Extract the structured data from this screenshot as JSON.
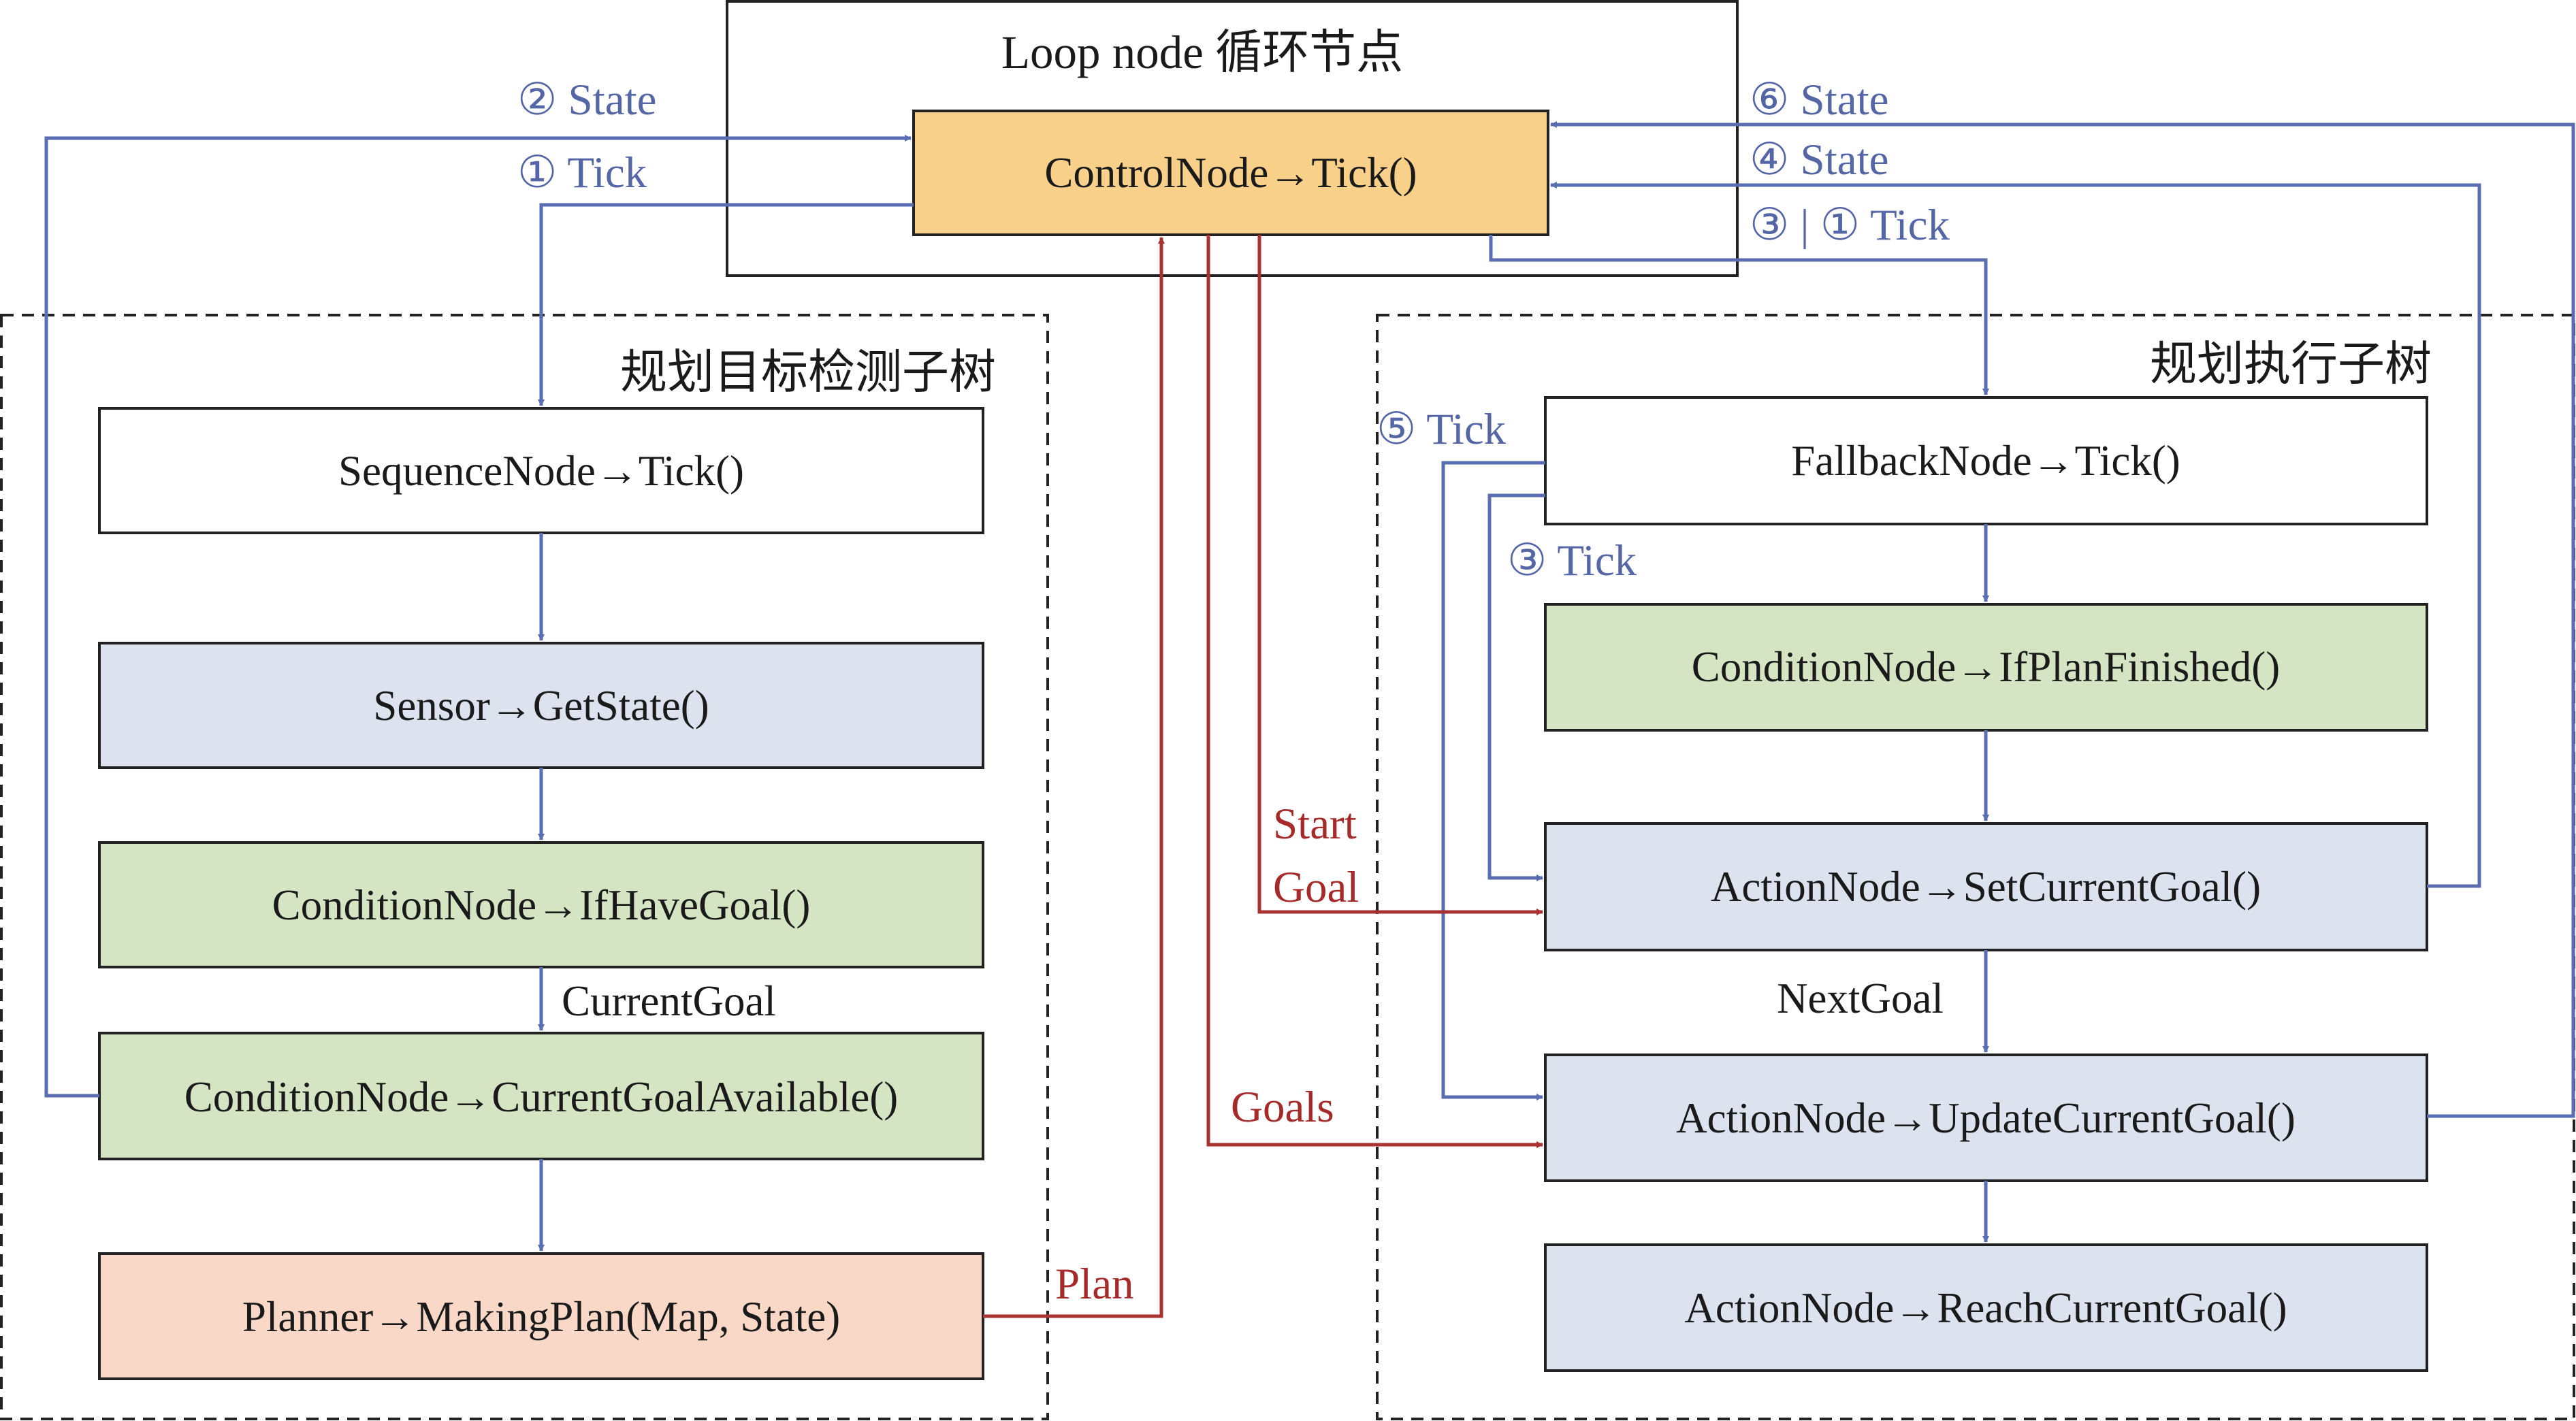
{
  "loop_node": {
    "title": "Loop node 循环节点"
  },
  "control_node": {
    "label": "ControlNode→Tick()",
    "fill": "#f8d089"
  },
  "left_subtree": {
    "title": "规划目标检测子树",
    "nodes": [
      {
        "label": "SequenceNode→Tick()",
        "fill": "#ffffff"
      },
      {
        "label": "Sensor→GetState()",
        "fill": "#dce3ee"
      },
      {
        "label": "ConditionNode→IfHaveGoal()",
        "fill": "#d5e4c3"
      },
      {
        "label": "ConditionNode→CurrentGoalAvailable()",
        "fill": "#d5e4c3"
      },
      {
        "label": "Planner→MakingPlan(Map, State)",
        "fill": "#f9d8c8"
      }
    ]
  },
  "right_subtree": {
    "title": "规划执行子树",
    "nodes": [
      {
        "label": "FallbackNode→Tick()",
        "fill": "#ffffff"
      },
      {
        "label": "ConditionNode→IfPlanFinished()",
        "fill": "#d5e4c3"
      },
      {
        "label": "ActionNode→SetCurrentGoal()",
        "fill": "#dce3ee"
      },
      {
        "label": "ActionNode→UpdateCurrentGoal()",
        "fill": "#dce3ee"
      },
      {
        "label": "ActionNode→ReachCurrentGoal()",
        "fill": "#dce3ee"
      }
    ]
  },
  "labels": {
    "state_2": "② State",
    "tick_1": "① Tick",
    "state_6": "⑥ State",
    "state_4": "④ State",
    "tick_3_1": "③ | ① Tick",
    "tick_5": "⑤ Tick",
    "tick_3": "③ Tick",
    "current_goal": "CurrentGoal",
    "next_goal": "NextGoal",
    "start_goal_line1": "Start",
    "start_goal_line2": "Goal",
    "goals": "Goals",
    "plan": "Plan"
  },
  "colors": {
    "blue_arrow": "#5a6db0",
    "red_arrow": "#a83232"
  }
}
